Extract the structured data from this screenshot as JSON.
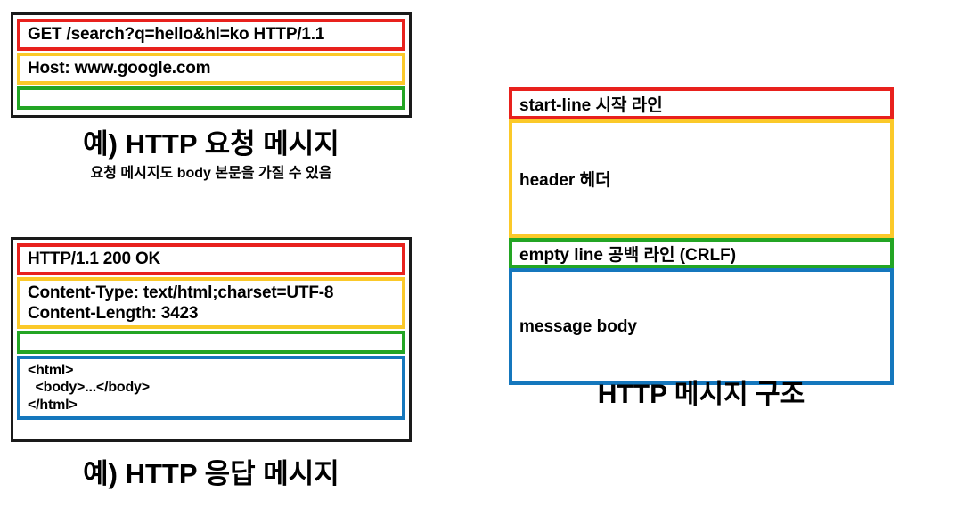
{
  "slide": {
    "background_color": "#ffffff",
    "palette": {
      "start_line": "#e8211d",
      "header": "#fbc929",
      "empty_line": "#23a524",
      "message_body": "#1577bd",
      "frame": "#1a1a1a",
      "text": "#000000"
    }
  },
  "request_example": {
    "caption": "예) HTTP 요청 메시지",
    "subcaption": "요청 메시지도 body 본문을 가질 수 있음",
    "rows": [
      {
        "role": "start-line",
        "color": "#e8211d",
        "lines": [
          "GET /search?q=hello&hl=ko HTTP/1.1"
        ]
      },
      {
        "role": "header",
        "color": "#fbc929",
        "lines": [
          "Host: www.google.com"
        ]
      },
      {
        "role": "empty-line",
        "color": "#23a524",
        "lines": [
          ""
        ]
      }
    ]
  },
  "response_example": {
    "caption": "예) HTTP 응답 메시지",
    "rows": [
      {
        "role": "start-line",
        "color": "#e8211d",
        "lines": [
          "HTTP/1.1 200 OK"
        ]
      },
      {
        "role": "header",
        "color": "#fbc929",
        "lines": [
          "Content-Type: text/html;charset=UTF-8",
          "Content-Length: 3423"
        ]
      },
      {
        "role": "empty-line",
        "color": "#23a524",
        "lines": [
          ""
        ]
      },
      {
        "role": "message-body",
        "color": "#1577bd",
        "lines": [
          "<html>",
          "  <body>...</body>",
          "</html>"
        ]
      }
    ]
  },
  "structure_diagram": {
    "caption": "HTTP 메시지 구조",
    "rows": [
      {
        "role": "start-line",
        "color": "#e8211d",
        "label": "start-line 시작 라인"
      },
      {
        "role": "header",
        "color": "#fbc929",
        "label": "header 헤더"
      },
      {
        "role": "empty-line",
        "color": "#23a524",
        "label": "empty line 공백 라인 (CRLF)"
      },
      {
        "role": "message-body",
        "color": "#1577bd",
        "label": "message body"
      }
    ]
  }
}
